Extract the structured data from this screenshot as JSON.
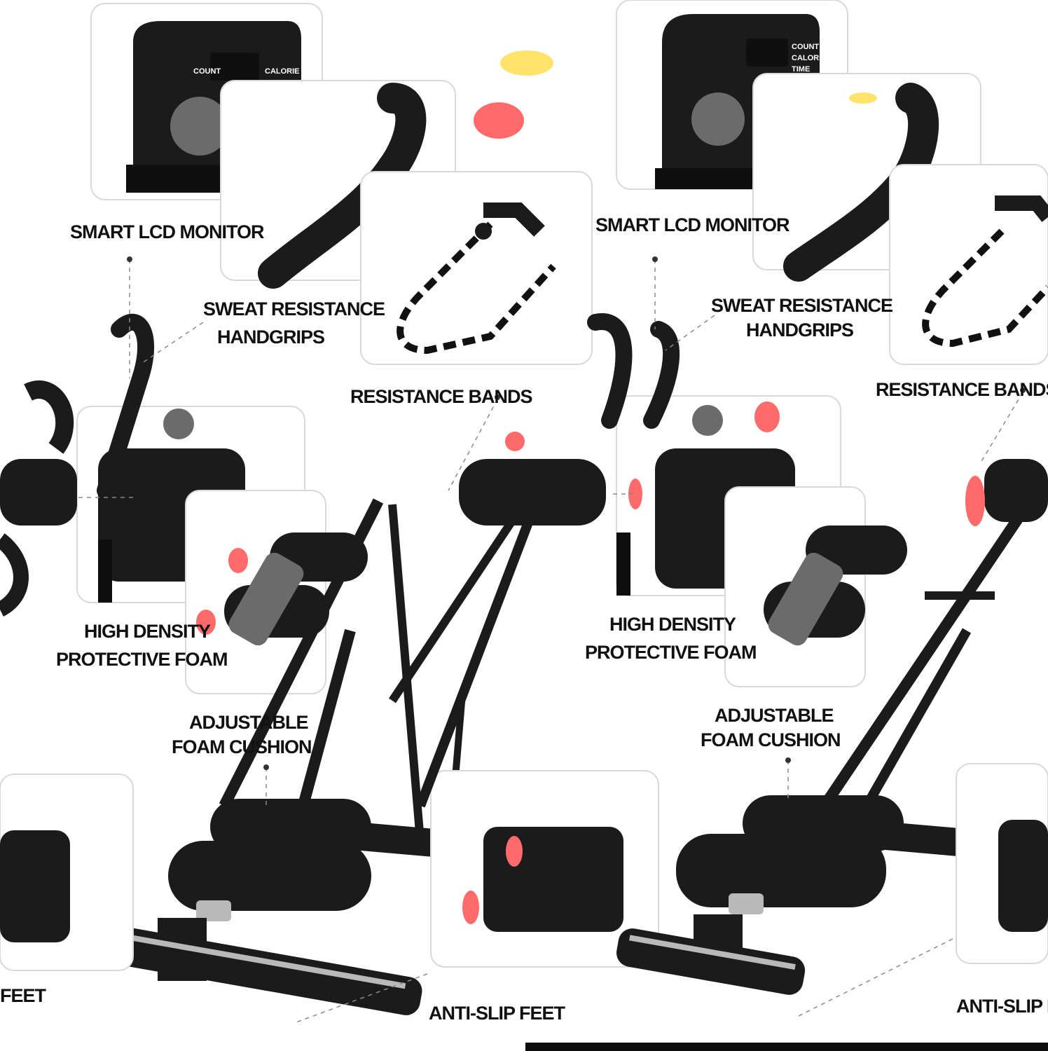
{
  "colors": {
    "frame": "#1b1b1b",
    "accent": "#ff6b6b",
    "highlight": "#ffe36b",
    "panel_border": "#d9d9d9",
    "text": "#111111"
  },
  "left_product": {
    "monitor_label": "SMART LCD MONITOR",
    "handlebar_label_line1": "SWEAT RESISTANCE",
    "handlebar_label_line2": "HANDGRIPS",
    "bands_label": "RESISTANCE BANDS",
    "roller_label_line1": "HIGH DENSITY",
    "roller_label_line2": "PROTECTIVE FOAM",
    "knee_label_line1": "ADJUSTABLE",
    "knee_label_line2": "FOAM CUSHION",
    "feet_label": "ANTI-SLIP FEET",
    "edge_label": "FEET"
  },
  "right_product": {
    "monitor_label": "SMART LCD MONITOR",
    "handlebar_label_line1": "SWEAT RESISTANCE",
    "handlebar_label_line2": "HANDGRIPS",
    "bands_label": "RESISTANCE BANDS",
    "roller_label_line1": "HIGH DENSITY",
    "roller_label_line2": "PROTECTIVE FOAM",
    "knee_label_line1": "ADJUSTABLE",
    "knee_label_line2": "FOAM CUSHION",
    "feet_label": "ANTI-SLIP FEET"
  },
  "monitor_screen": {
    "left_words": [
      "COUNT",
      "CALORIE"
    ],
    "right_words": [
      "COUNT",
      "CALORIE",
      "TIME"
    ]
  },
  "icons": {
    "monitor": "lcd-monitor-icon",
    "band": "resistance-band-icon",
    "roller": "foam-roller-icon",
    "feet": "anti-slip-feet-icon"
  }
}
